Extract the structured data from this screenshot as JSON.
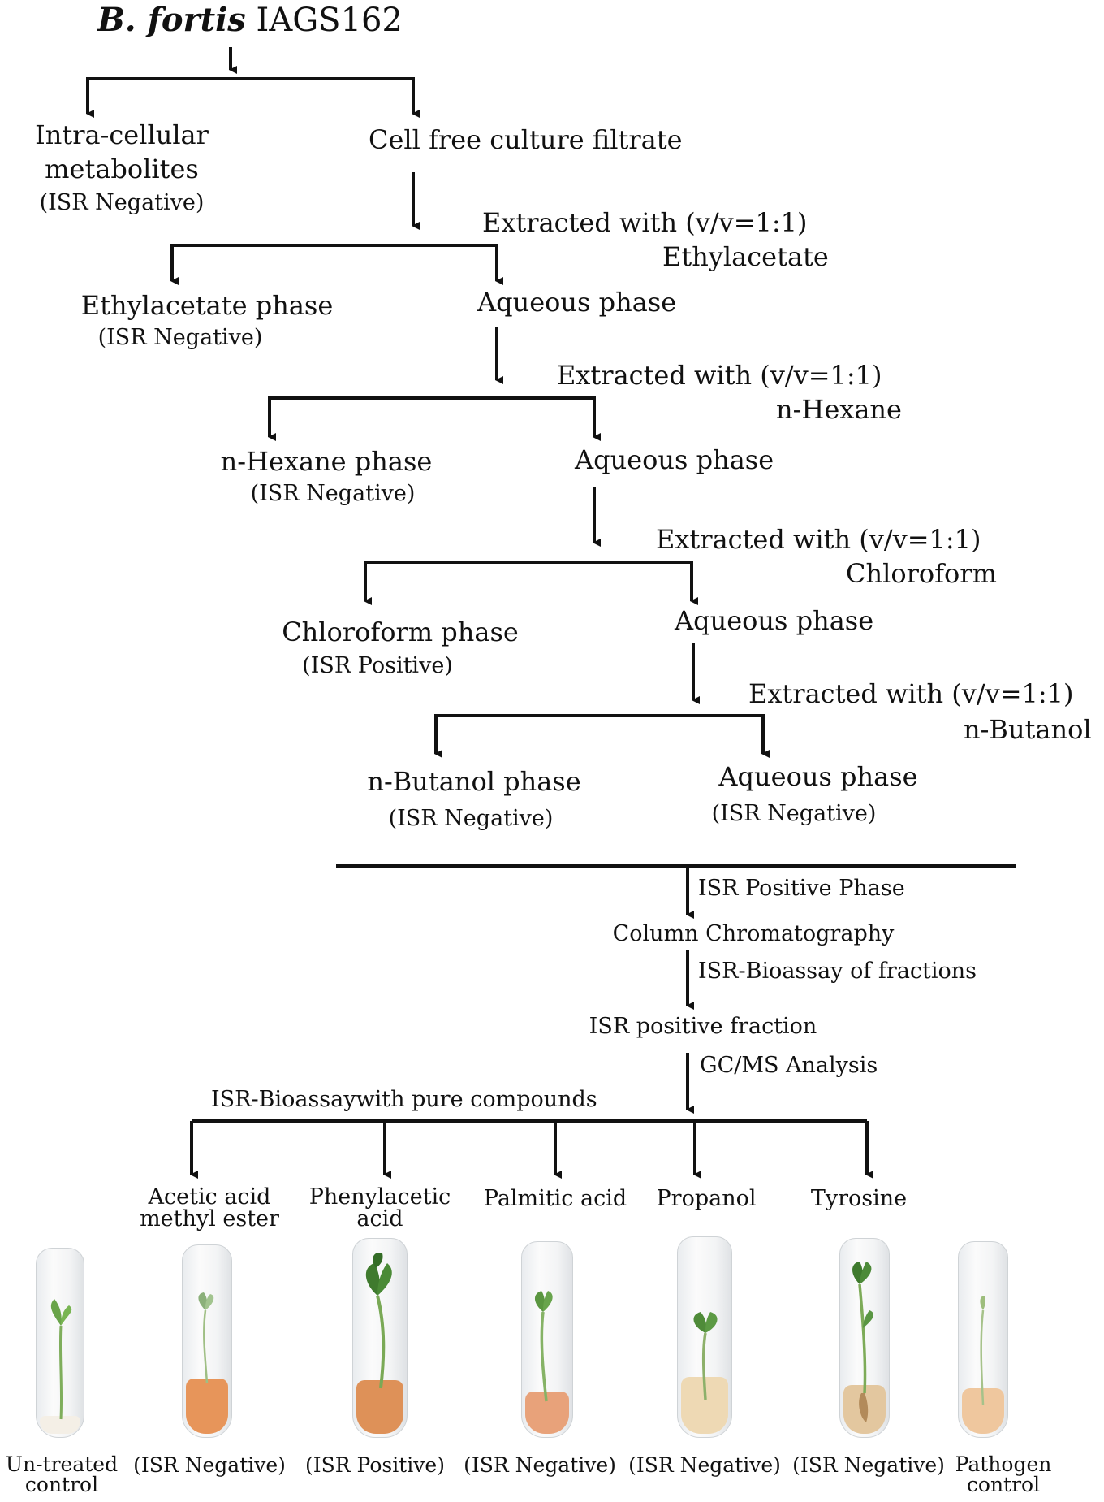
{
  "title": {
    "species": "B. fortis",
    "strain": "IAGS162"
  },
  "step1": {
    "left": {
      "line1": "Intra-cellular",
      "line2": "metabolites",
      "status": "(ISR Negative)"
    },
    "right": "Cell free culture filtrate"
  },
  "step2": {
    "method": "Extracted with (v/v=1:1)",
    "solvent": "Ethylacetate",
    "left": {
      "label": "Ethylacetate phase",
      "status": "(ISR Negative)"
    },
    "right": "Aqueous phase"
  },
  "step3": {
    "method": "Extracted with (v/v=1:1)",
    "solvent": "n-Hexane",
    "left": {
      "label": "n-Hexane phase",
      "status": "(ISR Negative)"
    },
    "right": "Aqueous phase"
  },
  "step4": {
    "method": "Extracted with (v/v=1:1)",
    "solvent": "Chloroform",
    "left": {
      "label": "Chloroform phase",
      "status": "(ISR Positive)"
    },
    "right": "Aqueous phase"
  },
  "step5": {
    "method": "Extracted with (v/v=1:1)",
    "solvent": "n-Butanol",
    "left": {
      "label": "n-Butanol phase",
      "status": "(ISR Negative)"
    },
    "right": {
      "label": "Aqueous phase",
      "status": "(ISR Negative)"
    }
  },
  "purification": {
    "edge1": "ISR Positive Phase",
    "node1": "Column Chromatography",
    "edge2": "ISR-Bioassay of fractions",
    "node2": "ISR positive fraction",
    "edge3": "GC/MS Analysis",
    "bioassay": "ISR-Bioassaywith pure compounds"
  },
  "compounds": [
    {
      "line1": "Acetic acid",
      "line2": "methyl ester"
    },
    {
      "line1": "Phenylacetic",
      "line2": "acid"
    },
    {
      "line1": "Palmitic acid",
      "line2": ""
    },
    {
      "line1": "Propanol",
      "line2": ""
    },
    {
      "line1": "Tyrosine",
      "line2": ""
    }
  ],
  "tubes": [
    {
      "line1": "Un-treated",
      "line2": "control"
    },
    {
      "line1": "(ISR Negative)",
      "line2": ""
    },
    {
      "line1": "(ISR Positive)",
      "line2": ""
    },
    {
      "line1": "(ISR Negative)",
      "line2": ""
    },
    {
      "line1": "(ISR Negative)",
      "line2": ""
    },
    {
      "line1": "(ISR Negative)",
      "line2": ""
    },
    {
      "line1": "Pathogen",
      "line2": "control"
    }
  ],
  "colors": {
    "line": "#111111",
    "media": "#e39a63",
    "plant": "#5f9c45"
  }
}
